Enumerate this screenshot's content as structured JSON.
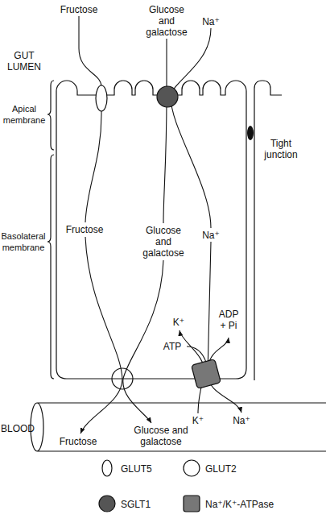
{
  "diagram": {
    "nodes": [
      {
        "text": [
          "Fructose",
          "Glucose and galactose",
          "Na⁺",
          "K⁺",
          "ADP + Pi",
          "ATP"
        ]
      },
      {
        "text": [
          "BLOOD",
          "Fructose",
          "Glucose and galactose",
          "K⁺",
          "Na⁺"
        ]
      }
    ],
    "labels": [
      "GUT LUMEN",
      "Fructose",
      "Glucose and galactose",
      "Na⁺",
      "Apical membrane",
      "Tight junction",
      "Basolateral membrane"
    ],
    "legend": [
      {
        "text": "GLUT5"
      },
      {
        "text": "GLUT2"
      },
      {
        "text": "SGLT1"
      },
      {
        "text": "Na⁺/K⁺-ATPase"
      }
    ]
  }
}
